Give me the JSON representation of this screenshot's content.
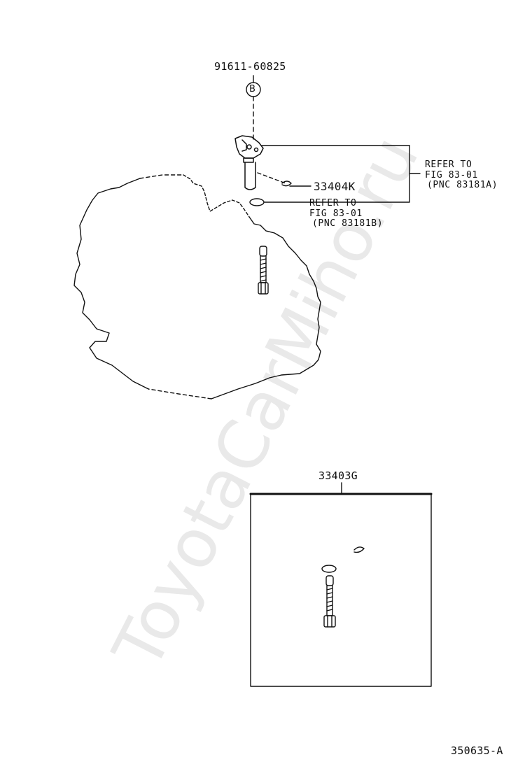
{
  "watermark": "ToyotaCarMiho.ru",
  "parts": {
    "bolt_ref": "91611-60825",
    "bolt_ref_badge": "B",
    "sensor_part": "33404K",
    "kit_part": "33403G"
  },
  "refer_a": {
    "line1": "REFER TO",
    "line2": "FIG 83-01",
    "line3": "(PNC 83181A)"
  },
  "refer_b": {
    "line1": "REFER TO",
    "line2": "FIG 83-01",
    "line3": "(PNC 83181B)"
  },
  "diagram_code": "350635-A"
}
